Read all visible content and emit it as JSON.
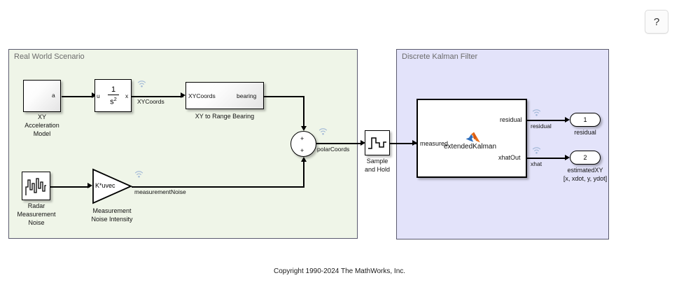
{
  "toolbar": {
    "help_label": "?"
  },
  "regions": {
    "real_world": {
      "title": "Real World Scenario"
    },
    "kalman": {
      "title": "Discrete Kalman Filter"
    }
  },
  "blocks": {
    "xy_accel": {
      "caption_line1": "XY",
      "caption_line2": "Acceleration",
      "caption_line3": "Model",
      "out_port": "a"
    },
    "integrator": {
      "in_port": "u",
      "out_port": "x",
      "numerator": "1",
      "denominator": "s",
      "denominator_exp": "2"
    },
    "xy_to_range_bearing": {
      "caption": "XY to Range Bearing",
      "in_port": "XYCoords",
      "out_port": "bearing"
    },
    "radar_noise": {
      "caption_line1": "Radar",
      "caption_line2": "Measurement",
      "caption_line3": "Noise"
    },
    "gain": {
      "label": "K*uvec",
      "caption_line1": "Measurement",
      "caption_line2": "Noise Intensity"
    },
    "sum": {
      "sign_top": "+",
      "sign_bottom": "+"
    },
    "sample_hold": {
      "caption_line1": "Sample",
      "caption_line2": "and Hold"
    },
    "extended_kalman": {
      "name": "extendedKalman",
      "in_port": "measured",
      "out_port_1": "residual",
      "out_port_2": "xhatOut"
    },
    "outport_1": {
      "number": "1",
      "caption": "residual"
    },
    "outport_2": {
      "number": "2",
      "caption_line1": "estimatedXY",
      "caption_line2": "[x, xdot, y, ydot]"
    }
  },
  "signals": {
    "xy_coords": "XYCoords",
    "measurement_noise": "measurementNoise",
    "polar_coords": "polarCoords",
    "residual": "residual",
    "xhat": "xhat"
  },
  "footer": {
    "copyright": "Copyright 1990-2024 The MathWorks, Inc."
  },
  "colors": {
    "region_green": "#eff5e8",
    "region_blue": "#e3e3fa",
    "region_border": "#5a5a6e",
    "wire": "#000000",
    "matlab_orange": "#e8701a",
    "matlab_blue": "#2e6fbd",
    "badge": "#9fb6d6"
  }
}
